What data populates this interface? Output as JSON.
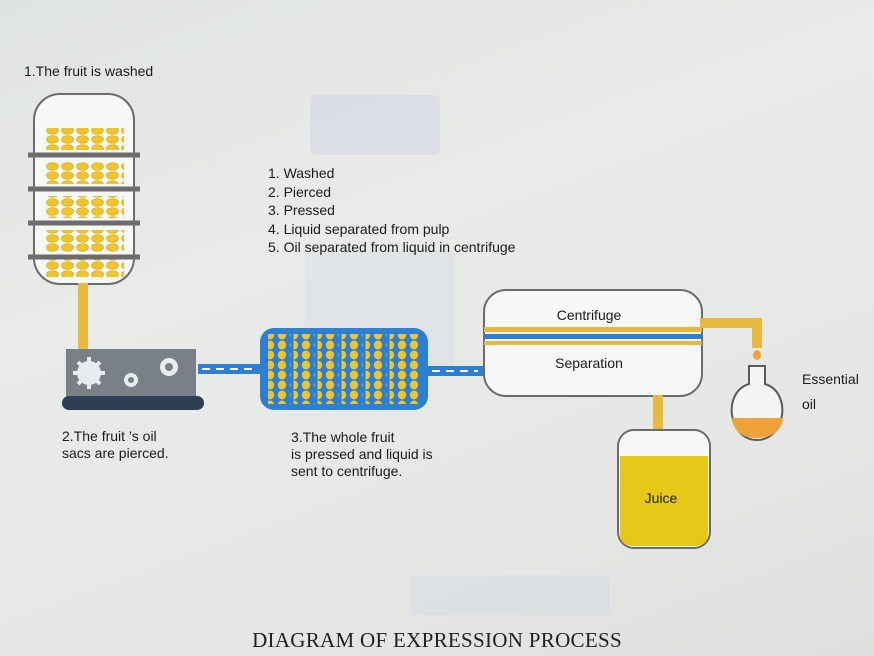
{
  "diagram": {
    "steps": {
      "step1": "1.The fruit is washed",
      "step2": [
        "2.The fruit ’s oil",
        "sacs are pierced."
      ],
      "step3": [
        "3.The whole fruit",
        "is pressed and liquid is",
        "sent to centrifuge."
      ]
    },
    "summary": [
      "1. Washed",
      "2. Pierced",
      "3. Pressed",
      "4. Liquid separated from pulp",
      "5. Oil separated from liquid in centrifuge"
    ],
    "centrifuge": {
      "label": "Centrifuge",
      "separation": "Separation"
    },
    "outputs": {
      "juice": "Juice",
      "oil": [
        "Essential",
        "oil"
      ]
    },
    "caption": "DIAGRAM OF EXPRESSION PROCESS"
  },
  "colors": {
    "fruit": "#f0c52a",
    "pipe": "#e7b93c",
    "water_blue": "#2d7fd1",
    "machine_gray": "#777d84",
    "juice": "#e6c818",
    "oil": "#f0a23a"
  }
}
